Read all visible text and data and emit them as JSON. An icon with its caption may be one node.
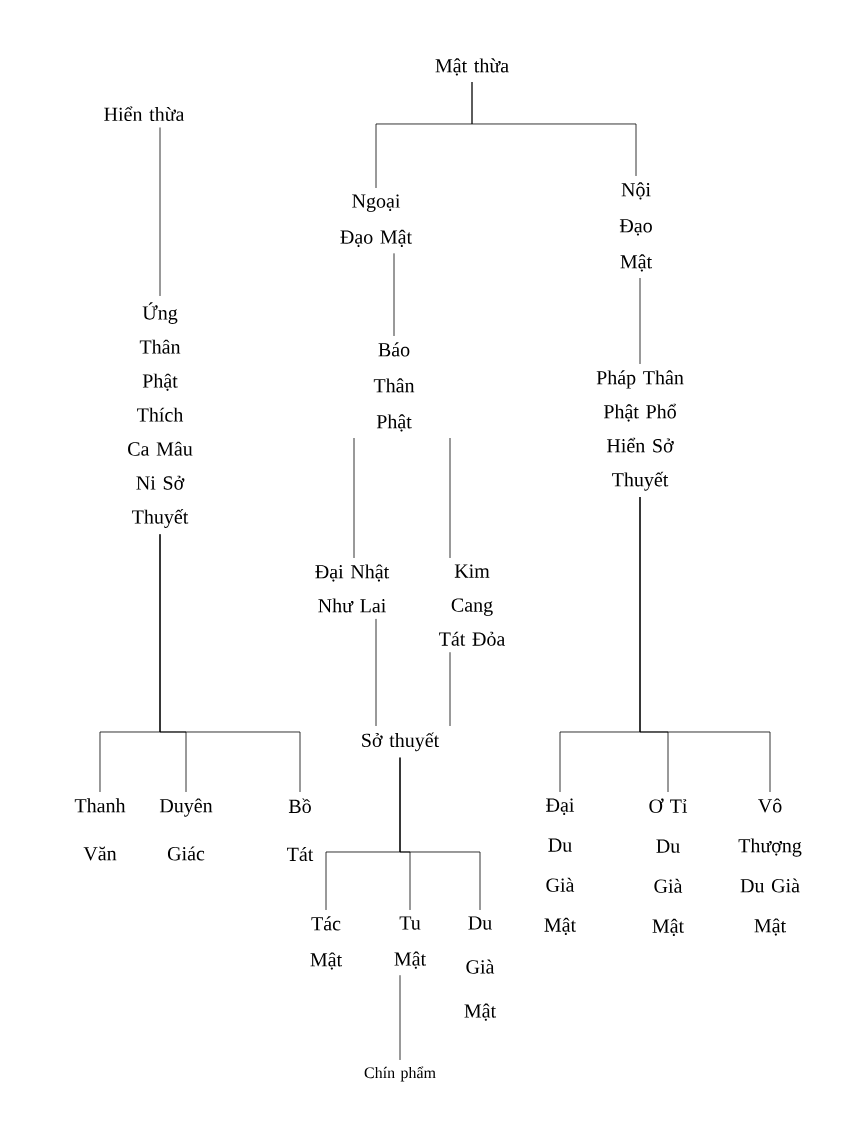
{
  "diagram": {
    "nodes": [
      {
        "text": [
          "Mật thừa"
        ]
      },
      {
        "text": [
          "Hiển thừa"
        ]
      },
      {
        "text": [
          "Ngoại Đạo Mật"
        ]
      },
      {
        "text": [
          "Nội Đạo Mật"
        ]
      },
      {
        "text": [
          "Ứng Thân Phật Thích Ca Mâu Ni Sở Thuyết"
        ]
      },
      {
        "text": [
          "Báo Thân Phật"
        ]
      },
      {
        "text": [
          "Pháp Thân Phật Phổ Hiển Sở Thuyết"
        ]
      },
      {
        "text": [
          "Đại Nhật Như Lai"
        ]
      },
      {
        "text": [
          "Kim Cang Tát Đỏa"
        ]
      },
      {
        "text": [
          "Sở thuyết"
        ]
      },
      {
        "text": [
          "Thanh Văn"
        ]
      },
      {
        "text": [
          "Duyên Giác"
        ]
      },
      {
        "text": [
          "Bồ Tát"
        ]
      },
      {
        "text": [
          "Đại Du Già Mật"
        ]
      },
      {
        "text": [
          "Ơ Tỉ Du Già Mật"
        ]
      },
      {
        "text": [
          "Vô Thượng Du Già Mật"
        ]
      },
      {
        "text": [
          "Tác Mật"
        ]
      },
      {
        "text": [
          "Tu Mật"
        ]
      },
      {
        "text": [
          "Du Già Mật"
        ]
      },
      {
        "text": [
          "Chín phẩm"
        ]
      }
    ],
    "edges": [
      {
        "from": 0,
        "to": 2,
        "arrow": "none"
      },
      {
        "from": 0,
        "to": 3,
        "arrow": "none"
      },
      {
        "from": 1,
        "to": 4,
        "arrow": "none"
      },
      {
        "from": 2,
        "to": 5,
        "arrow": "none"
      },
      {
        "from": 3,
        "to": 6,
        "arrow": "none"
      },
      {
        "from": 5,
        "to": 7,
        "arrow": "none"
      },
      {
        "from": 5,
        "to": 8,
        "arrow": "none"
      },
      {
        "from": 7,
        "to": 9,
        "arrow": "none"
      },
      {
        "from": 8,
        "to": 9,
        "arrow": "none"
      },
      {
        "from": 4,
        "to": 10,
        "arrow": "none"
      },
      {
        "from": 4,
        "to": 11,
        "arrow": "none"
      },
      {
        "from": 4,
        "to": 12,
        "arrow": "none"
      },
      {
        "from": 6,
        "to": 13,
        "arrow": "none"
      },
      {
        "from": 6,
        "to": 14,
        "arrow": "none"
      },
      {
        "from": 6,
        "to": 15,
        "arrow": "none"
      },
      {
        "from": 9,
        "to": 16,
        "arrow": "none"
      },
      {
        "from": 9,
        "to": 17,
        "arrow": "none"
      },
      {
        "from": 9,
        "to": 18,
        "arrow": "none"
      },
      {
        "from": 17,
        "to": 19,
        "arrow": "none"
      }
    ]
  }
}
